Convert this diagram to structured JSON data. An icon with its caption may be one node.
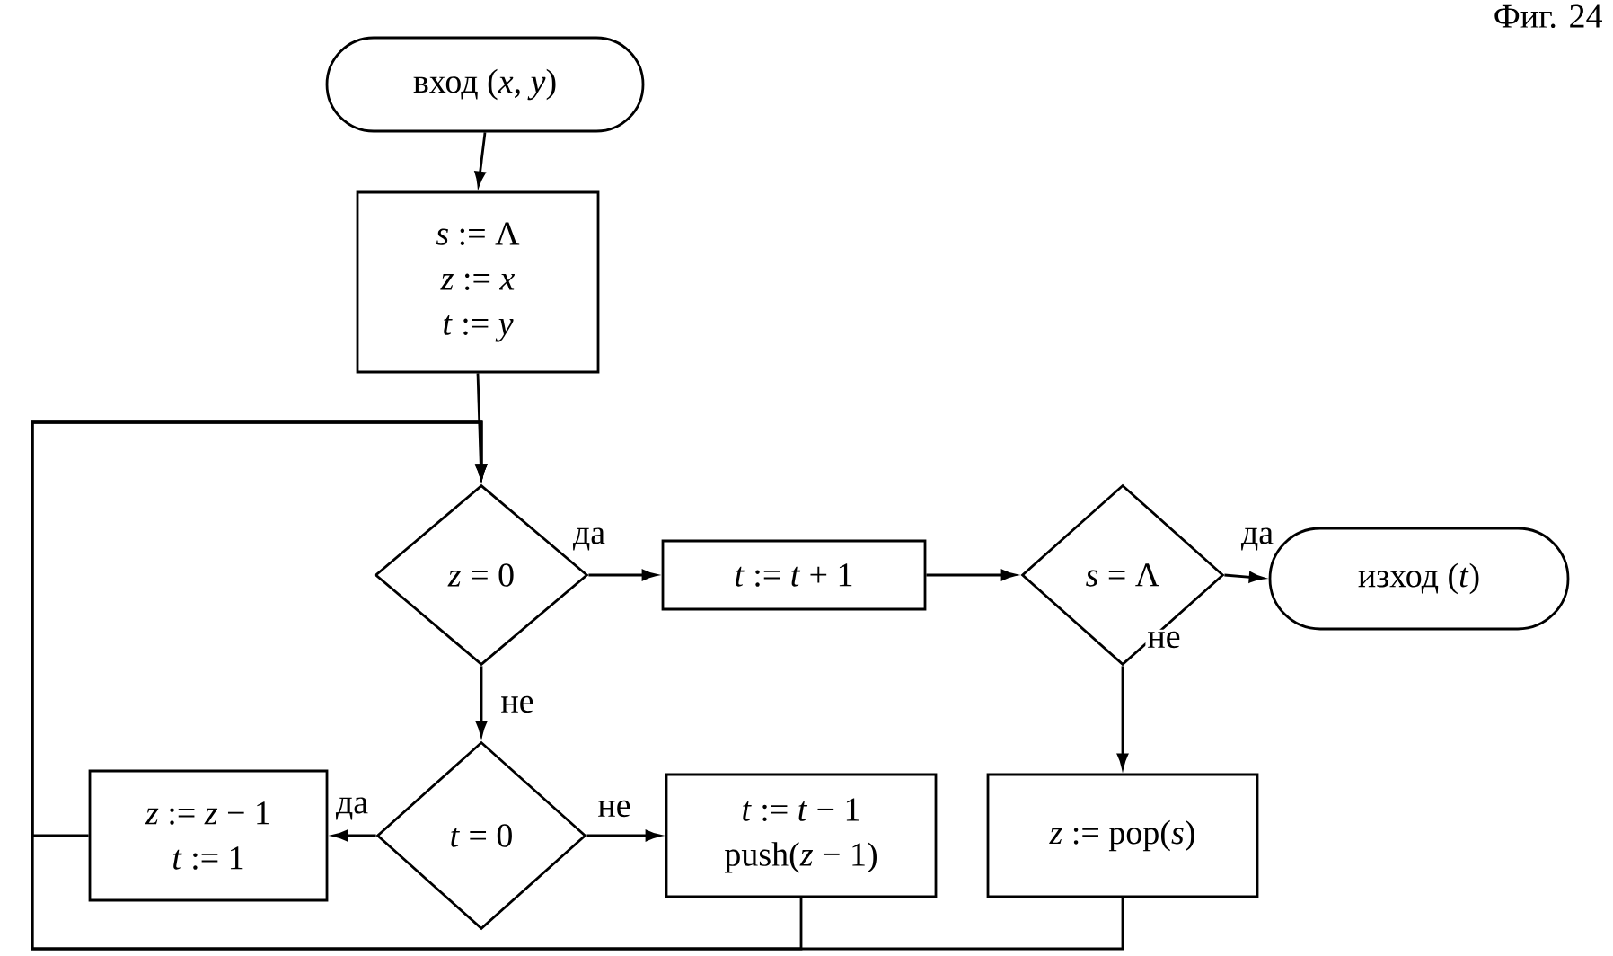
{
  "diagram": {
    "nodes": [
      {
        "text": [
          "вход (*x*, *y*)"
        ]
      },
      {
        "text": [
          "*s* := Λ",
          "*z* := *x*",
          "*t* := *y*"
        ]
      },
      {
        "text": [
          "*z* = 0"
        ]
      },
      {
        "text": [
          "*t* := *t* + 1"
        ]
      },
      {
        "text": [
          "*s* = Λ"
        ]
      },
      {
        "text": [
          "изход (*t*)"
        ]
      },
      {
        "text": [
          "*t* = 0"
        ]
      },
      {
        "text": [
          "*z* := *z* − 1",
          "*t* := 1"
        ]
      },
      {
        "text": [
          "*t* := *t* − 1",
          "push(*z* − 1)"
        ]
      },
      {
        "text": [
          "*z* := pop(*s*)"
        ]
      }
    ],
    "edges": [
      {
        "from": 0,
        "to": 1,
        "arrow": "to"
      },
      {
        "from": 1,
        "to": 2,
        "arrow": "to"
      },
      {
        "from": 2,
        "to": 3,
        "arrow": "to",
        "label": "да"
      },
      {
        "from": 3,
        "to": 4,
        "arrow": "to"
      },
      {
        "from": 4,
        "to": 5,
        "arrow": "to",
        "label": "да"
      },
      {
        "from": 4,
        "to": 9,
        "arrow": "to",
        "label": "не"
      },
      {
        "from": 2,
        "to": 6,
        "arrow": "to",
        "label": "не"
      },
      {
        "from": 6,
        "to": 7,
        "arrow": "to",
        "label": "да"
      },
      {
        "from": 6,
        "to": 8,
        "arrow": "to",
        "label": "не"
      },
      {
        "from": 7,
        "to": 2,
        "arrow": "to"
      },
      {
        "from": 8,
        "to": 2,
        "arrow": "to"
      },
      {
        "from": 9,
        "to": 2,
        "arrow": "to"
      }
    ],
    "labels": [
      "Фиг. 24"
    ]
  }
}
